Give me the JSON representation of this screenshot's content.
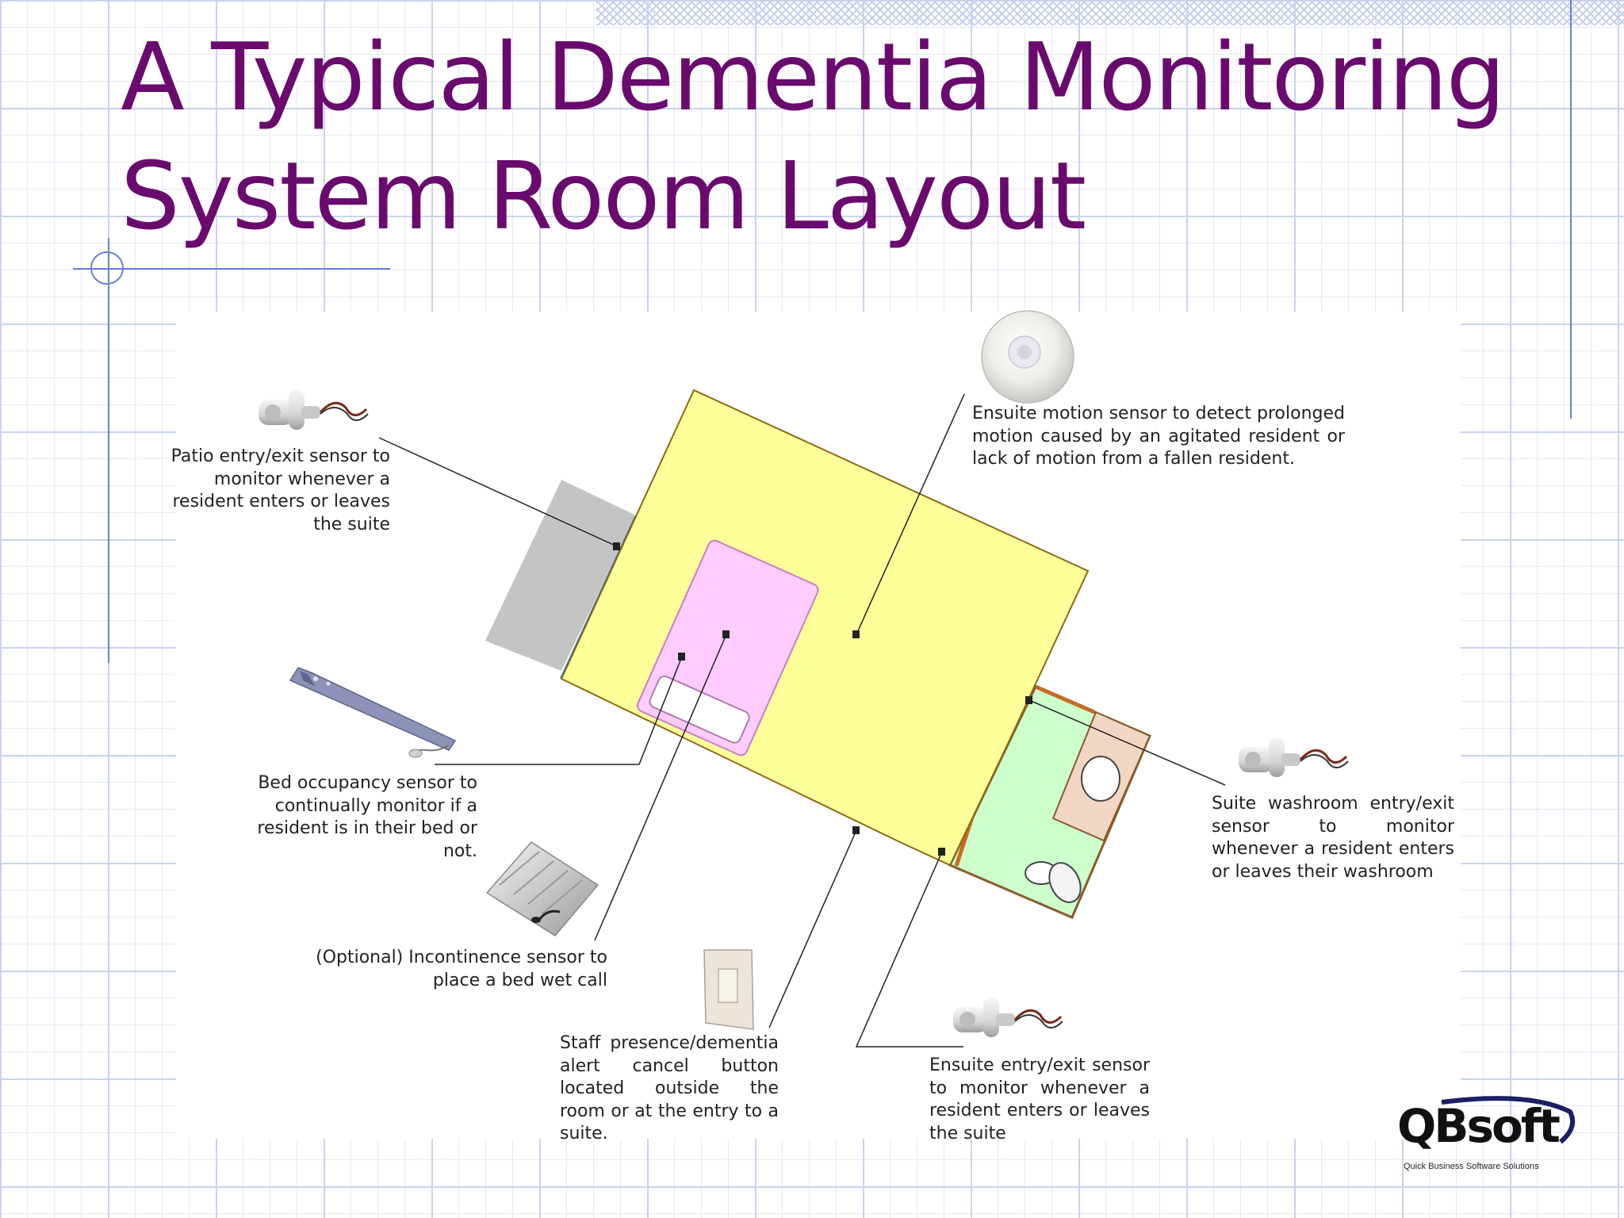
{
  "title": {
    "line1": "A Typical Dementia Monitoring",
    "line2": "System Room Layout"
  },
  "labels": {
    "patio": "Patio entry/exit sensor to monitor whenever a resident enters or leaves the suite",
    "ensuite_motion": "Ensuite motion sensor to detect prolonged motion caused by an agitated resident or lack of motion from a fallen resident.",
    "bed_occupancy": "Bed occupancy sensor to continually monitor if a resident is in their bed or not.",
    "washroom": "Suite washroom entry/exit sensor to monitor whenever a resident enters or leaves their washroom",
    "incontinence": "(Optional) Incontinence sensor to place a bed wet call",
    "staff_button": "Staff presence/dementia alert cancel button located outside the room or at the entry to a suite.",
    "ensuite_entry": "Ensuite entry/exit sensor to monitor whenever a resident enters or leaves the suite"
  },
  "logo": {
    "name": "QBsoft",
    "tagline": "Quick Business Software Solutions"
  },
  "colors": {
    "title": "#6a0a6e",
    "room_floor": "#ffff99",
    "bed": "#ffccff",
    "washroom": "#ccffcc",
    "shower": "#f2d6c4",
    "patio": "#c4c4c4",
    "wall": "#a0522d",
    "patio_door": "#1f6fd1",
    "accent_lines": "#6d7fd8"
  },
  "icons": [
    "door-sensor-icon",
    "motion-sensor-icon",
    "bed-pad-sensor-icon",
    "incontinence-pad-icon",
    "wall-button-icon"
  ]
}
